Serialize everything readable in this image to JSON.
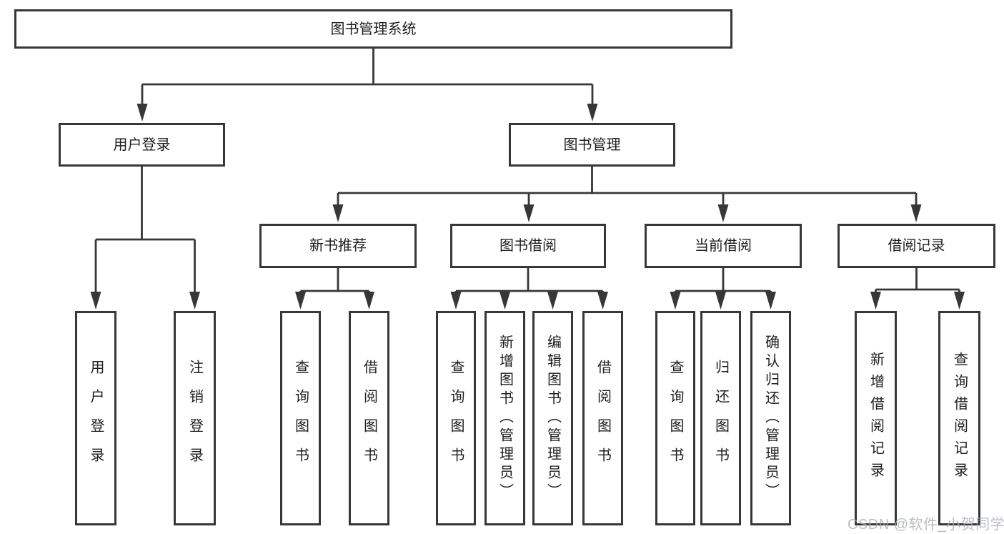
{
  "diagram": {
    "root": "图书管理系统",
    "level2": {
      "login": "用户登录",
      "management": "图书管理"
    },
    "login_children": {
      "user_login": "用户登录",
      "logout": "注销登录"
    },
    "management_children": {
      "new_books": "新书推荐",
      "borrowing": "图书借阅",
      "current": "当前借阅",
      "records": "借阅记录"
    },
    "new_books_children": {
      "query_books": "查询图书",
      "borrow_books": "借阅图书"
    },
    "borrowing_children": {
      "query_books": "查询图书",
      "add_books": "新增图书（管理员）",
      "edit_books": "编辑图书（管理员）",
      "borrow_books": "借阅图书"
    },
    "current_children": {
      "query_books": "查询图书",
      "return_books": "归还图书",
      "confirm_return": "确认归还（管理员）"
    },
    "records_children": {
      "add_record": "新增借阅记录",
      "query_record": "查询借阅记录"
    }
  },
  "watermark": "CSDN @软件_小贺同学",
  "colors": {
    "line": "#373737",
    "text": "#1e1e1e",
    "watermark": "#a9adb3",
    "background": "#ffffff"
  }
}
